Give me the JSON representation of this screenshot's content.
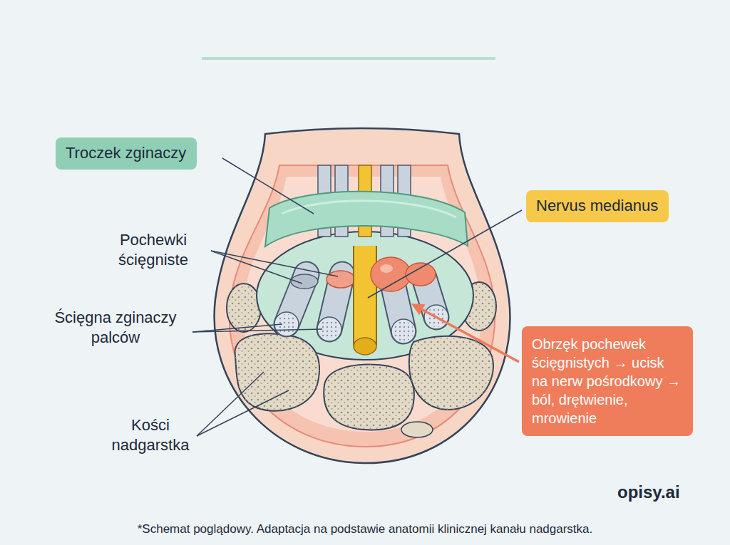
{
  "diagram": {
    "caption": "*Schemat poglądowy. Adaptacja na podstawie anatomii klinicznej kanału nadgarstka.",
    "nodes": [
      {
        "text": [
          "Troczek zginaczy"
        ]
      },
      {
        "text": [
          "Nervus medianus"
        ]
      },
      {
        "text": [
          "Obrzęk pochewek ścięgnistych → ucisk na nerw pośrodkowy → ból, drętwienie, mrowienie"
        ]
      }
    ],
    "labels": [
      "Pochewki ścięgniste",
      "Ścięgna zginaczy palców",
      "Kości nadgarstka",
      "opisy.ai"
    ]
  }
}
